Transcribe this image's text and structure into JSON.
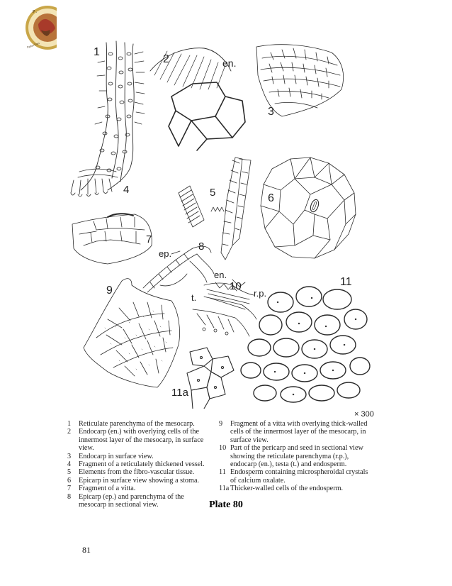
{
  "figure": {
    "labels": {
      "f1": "1",
      "f2": "2",
      "f2en": "en.",
      "f3": "3",
      "f4": "4",
      "f5": "5",
      "f6": "6",
      "f7": "7",
      "f8": "8",
      "f8ep": "ep.",
      "f9": "9",
      "f10": "10",
      "f10en": "en.",
      "f10t": "t.",
      "f10rp": "r.p.",
      "f11": "11",
      "f11a": "11a"
    },
    "magnification": "× 300"
  },
  "legend": {
    "left": [
      {
        "num": "1",
        "text": "Reticulate parenchyma of the mesocarp."
      },
      {
        "num": "2",
        "text": "Endocarp (en.) with overlying cells of the innermost layer of the mesocarp, in surface view."
      },
      {
        "num": "3",
        "text": "Endocarp in surface view."
      },
      {
        "num": "4",
        "text": "Fragment of a reticulately thickened vessel."
      },
      {
        "num": "5",
        "text": "Elements from the fibro-vascular tissue."
      },
      {
        "num": "6",
        "text": "Epicarp in surface view showing a stoma."
      },
      {
        "num": "7",
        "text": "Fragment of a vitta."
      },
      {
        "num": "8",
        "text": "Epicarp (ep.) and parenchyma of the mesocarp in sectional view."
      }
    ],
    "right": [
      {
        "num": "9",
        "text": "Fragment of a vitta with overlying thick-walled cells of the innermost layer of the mesocarp, in surface view."
      },
      {
        "num": "10",
        "text": "Part of the pericarp and seed in sectional view showing the reticulate parenchyma (r.p.), endocarp (en.), testa (t.) and endosperm."
      },
      {
        "num": "11",
        "text": "Endosperm containing microspheroidal crystals of calcium oxalate."
      },
      {
        "num": "11a",
        "text": "Thicker-walled cells of the endosperm."
      }
    ]
  },
  "plate_title": "Plate 80",
  "page_number": "81",
  "colors": {
    "ink": "#2a2a2a",
    "seal_brown": "#8a5a2e",
    "seal_gold": "#c9a648",
    "seal_red": "#a83a2a"
  }
}
